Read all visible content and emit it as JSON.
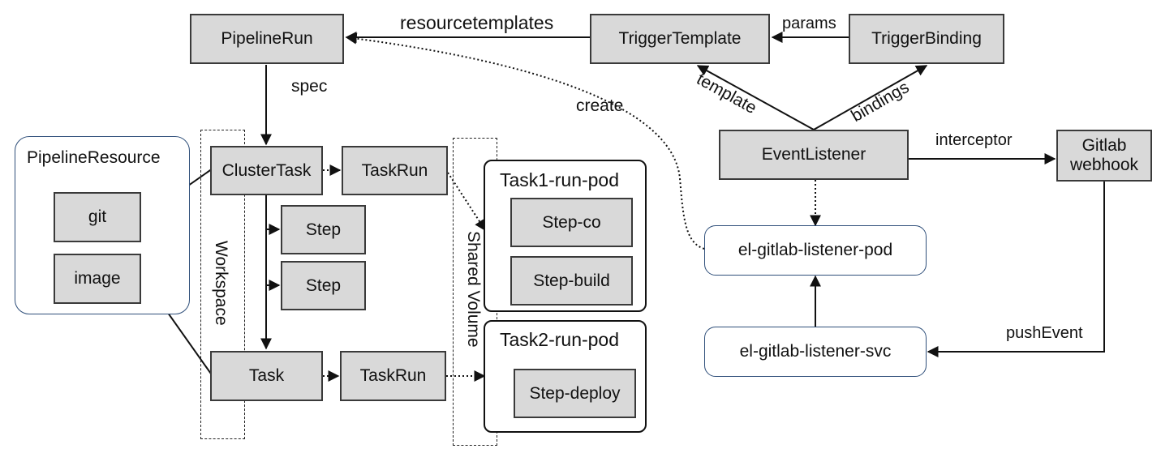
{
  "nodes": {
    "pipeline_run": "PipelineRun",
    "trigger_template": "TriggerTemplate",
    "trigger_binding": "TriggerBinding",
    "event_listener": "EventListener",
    "gitlab_webhook": "Gitlab webhook",
    "listener_pod": "el-gitlab-listener-pod",
    "listener_svc": "el-gitlab-listener-svc",
    "pipeline_resource": "PipelineResource",
    "git": "git",
    "image": "image",
    "cluster_task": "ClusterTask",
    "taskrun_1": "TaskRun",
    "step_1": "Step",
    "step_2": "Step",
    "task": "Task",
    "taskrun_2": "TaskRun",
    "task1_pod": "Task1-run-pod",
    "step_co": "Step-co",
    "step_build": "Step-build",
    "task2_pod": "Task2-run-pod",
    "step_deploy": "Step-deploy"
  },
  "labels": {
    "resourcetemplates": "resourcetemplates",
    "params": "params",
    "template": "template",
    "bindings": "bindings",
    "spec": "spec",
    "create": "create",
    "interceptor": "interceptor",
    "push_event": "pushEvent",
    "workspace": "Workspace",
    "shared_volume": "Shared Volume"
  },
  "colors": {
    "box_fill": "#d9d9d9",
    "round_border": "#2f4f7a"
  }
}
